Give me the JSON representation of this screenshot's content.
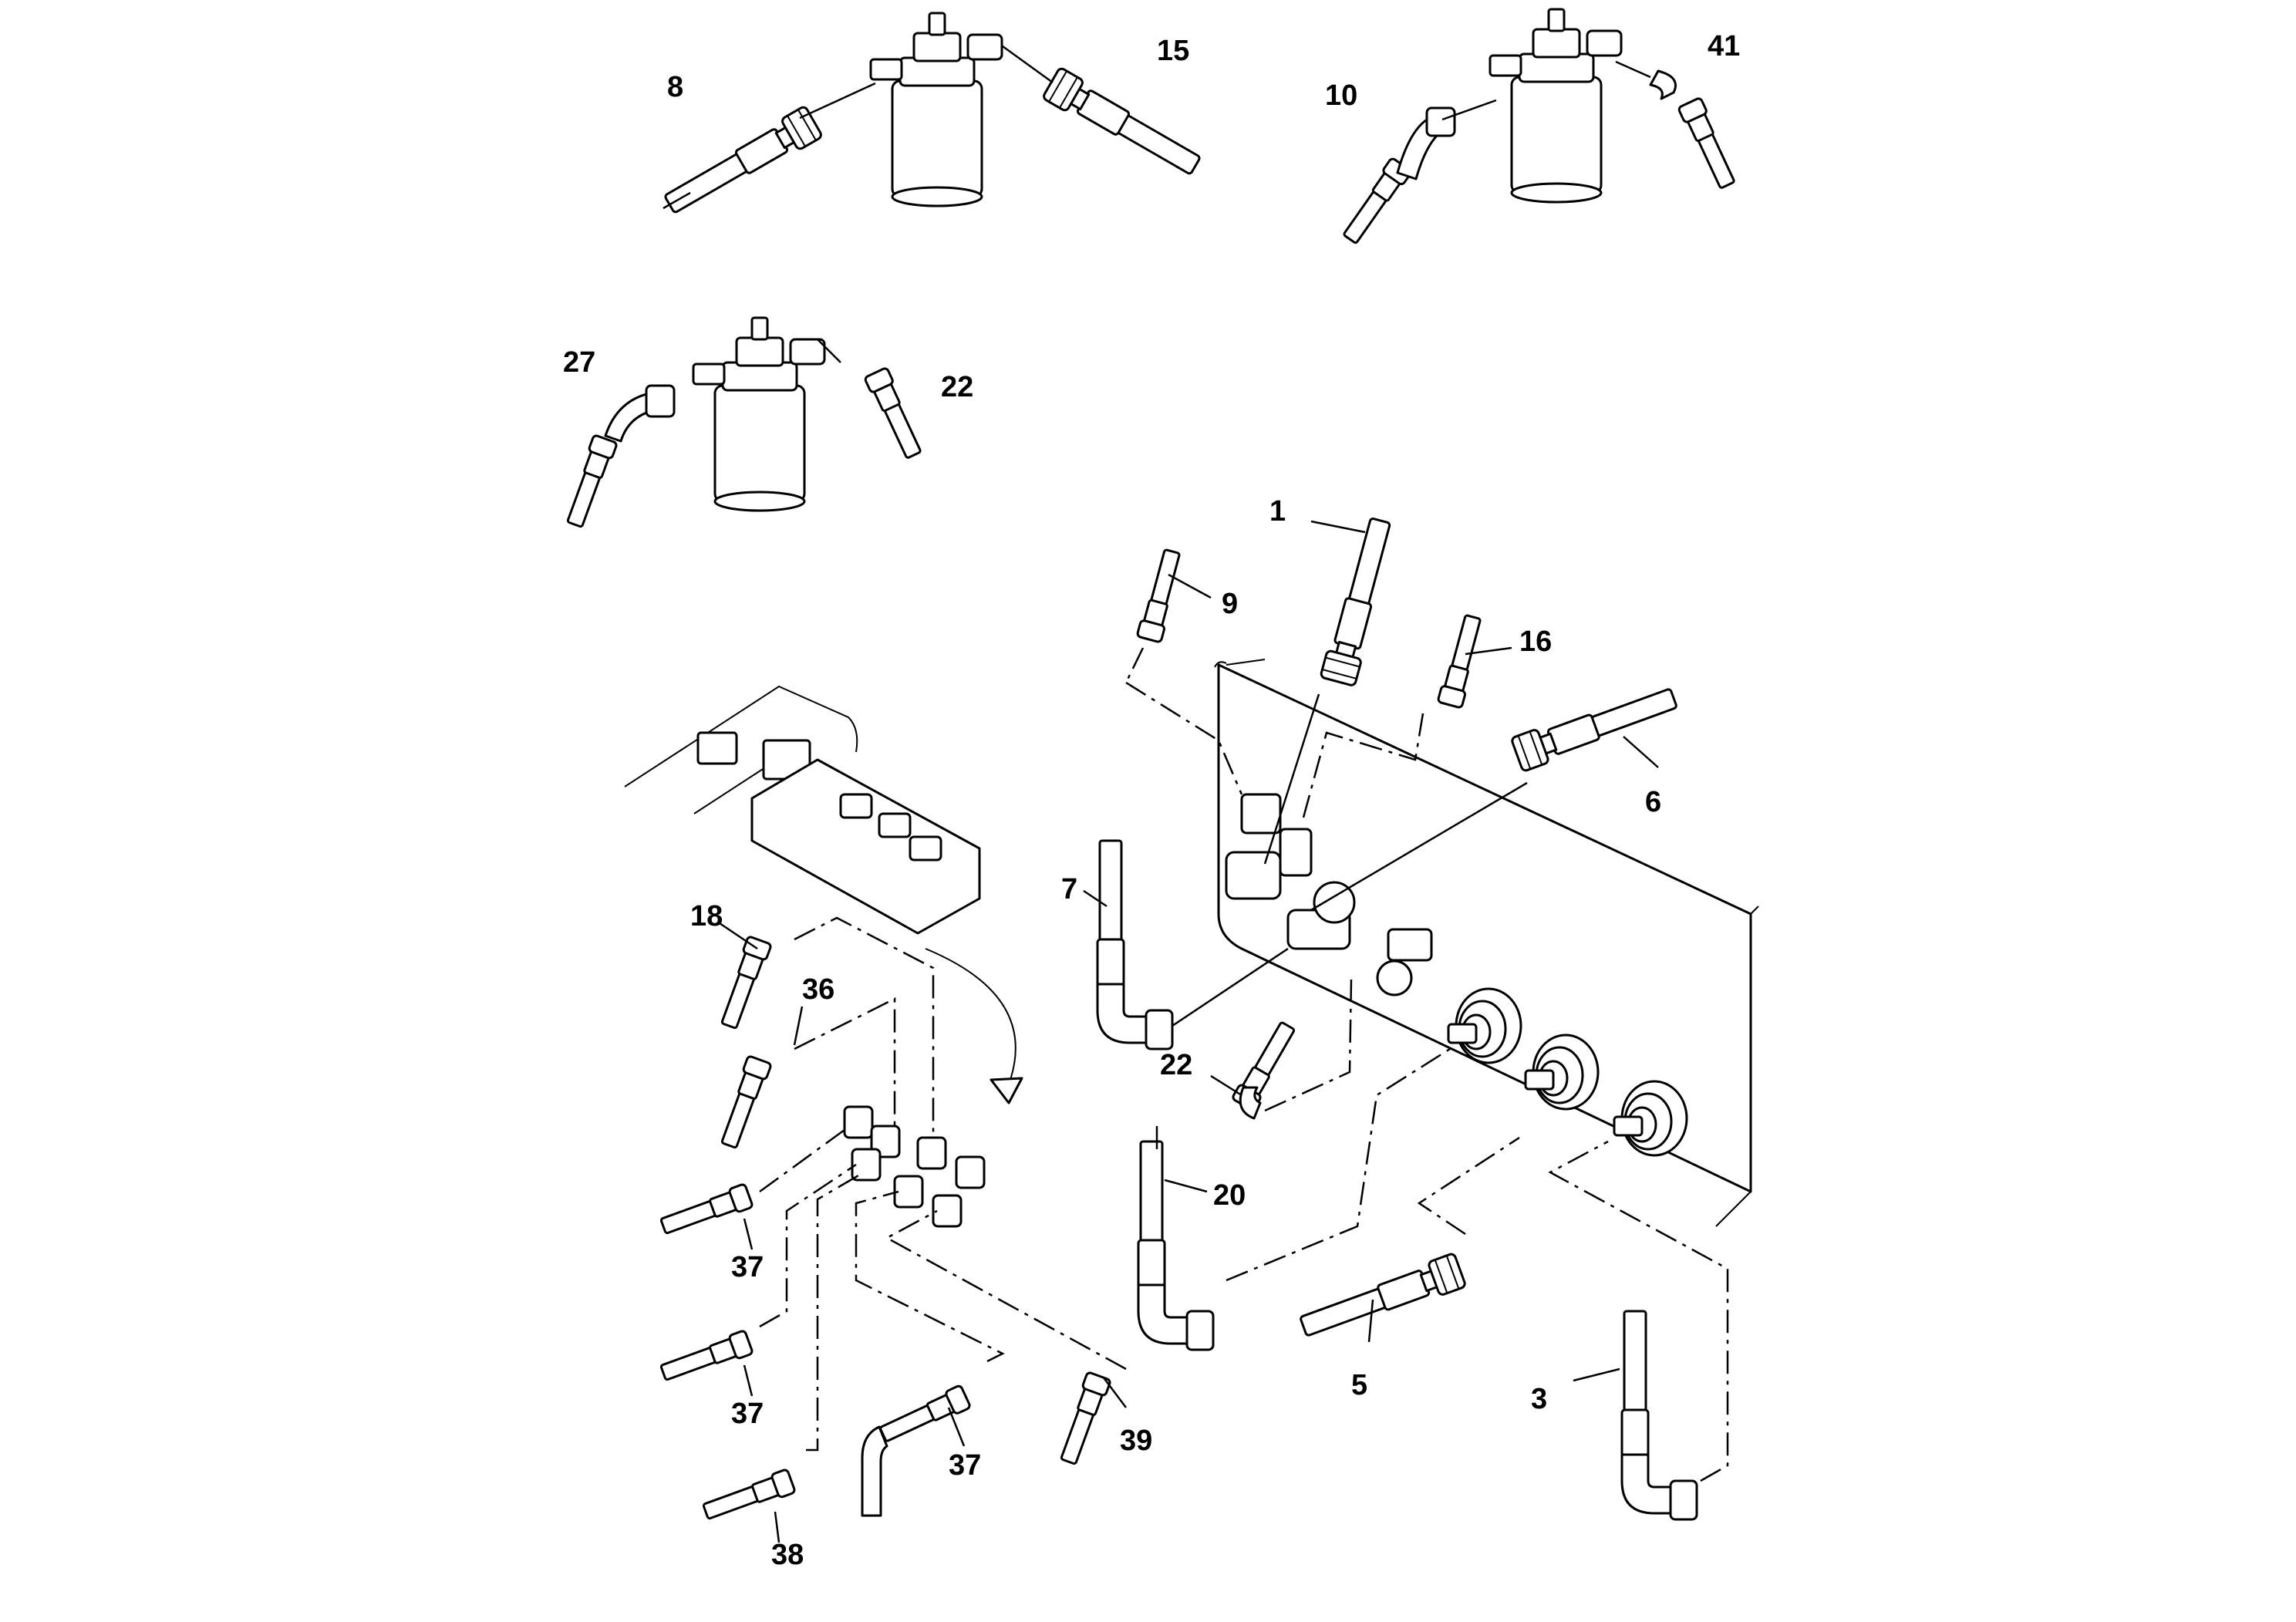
{
  "callouts": [
    {
      "id": "c8",
      "text": "8"
    },
    {
      "id": "c15",
      "text": "15"
    },
    {
      "id": "c10",
      "text": "10"
    },
    {
      "id": "c41",
      "text": "41"
    },
    {
      "id": "c27",
      "text": "27"
    },
    {
      "id": "c22a",
      "text": "22"
    },
    {
      "id": "c1",
      "text": "1"
    },
    {
      "id": "c9",
      "text": "9"
    },
    {
      "id": "c16",
      "text": "16"
    },
    {
      "id": "c6",
      "text": "6"
    },
    {
      "id": "c7",
      "text": "7"
    },
    {
      "id": "c18",
      "text": "18"
    },
    {
      "id": "c36",
      "text": "36"
    },
    {
      "id": "c22b",
      "text": "22"
    },
    {
      "id": "c20",
      "text": "20"
    },
    {
      "id": "c37a",
      "text": "37"
    },
    {
      "id": "c37b",
      "text": "37"
    },
    {
      "id": "c37c",
      "text": "37"
    },
    {
      "id": "c39",
      "text": "39"
    },
    {
      "id": "c38",
      "text": "38"
    },
    {
      "id": "c5",
      "text": "5"
    },
    {
      "id": "c3",
      "text": "3"
    }
  ]
}
